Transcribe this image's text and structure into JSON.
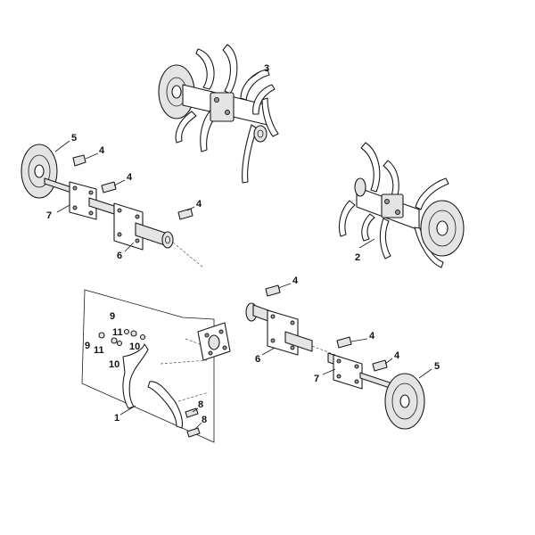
{
  "callouts": {
    "c1": "1",
    "c2": "2",
    "c3": "3",
    "c4a": "4",
    "c4b": "4",
    "c4c": "4",
    "c4d": "4",
    "c4e": "4",
    "c4f": "4",
    "c5a": "5",
    "c5b": "5",
    "c6a": "6",
    "c6b": "6",
    "c7a": "7",
    "c7b": "7",
    "c8a": "8",
    "c8b": "8",
    "c9a": "9",
    "c9b": "9",
    "c10a": "10",
    "c10b": "10",
    "c11a": "11",
    "c11b": "11"
  }
}
